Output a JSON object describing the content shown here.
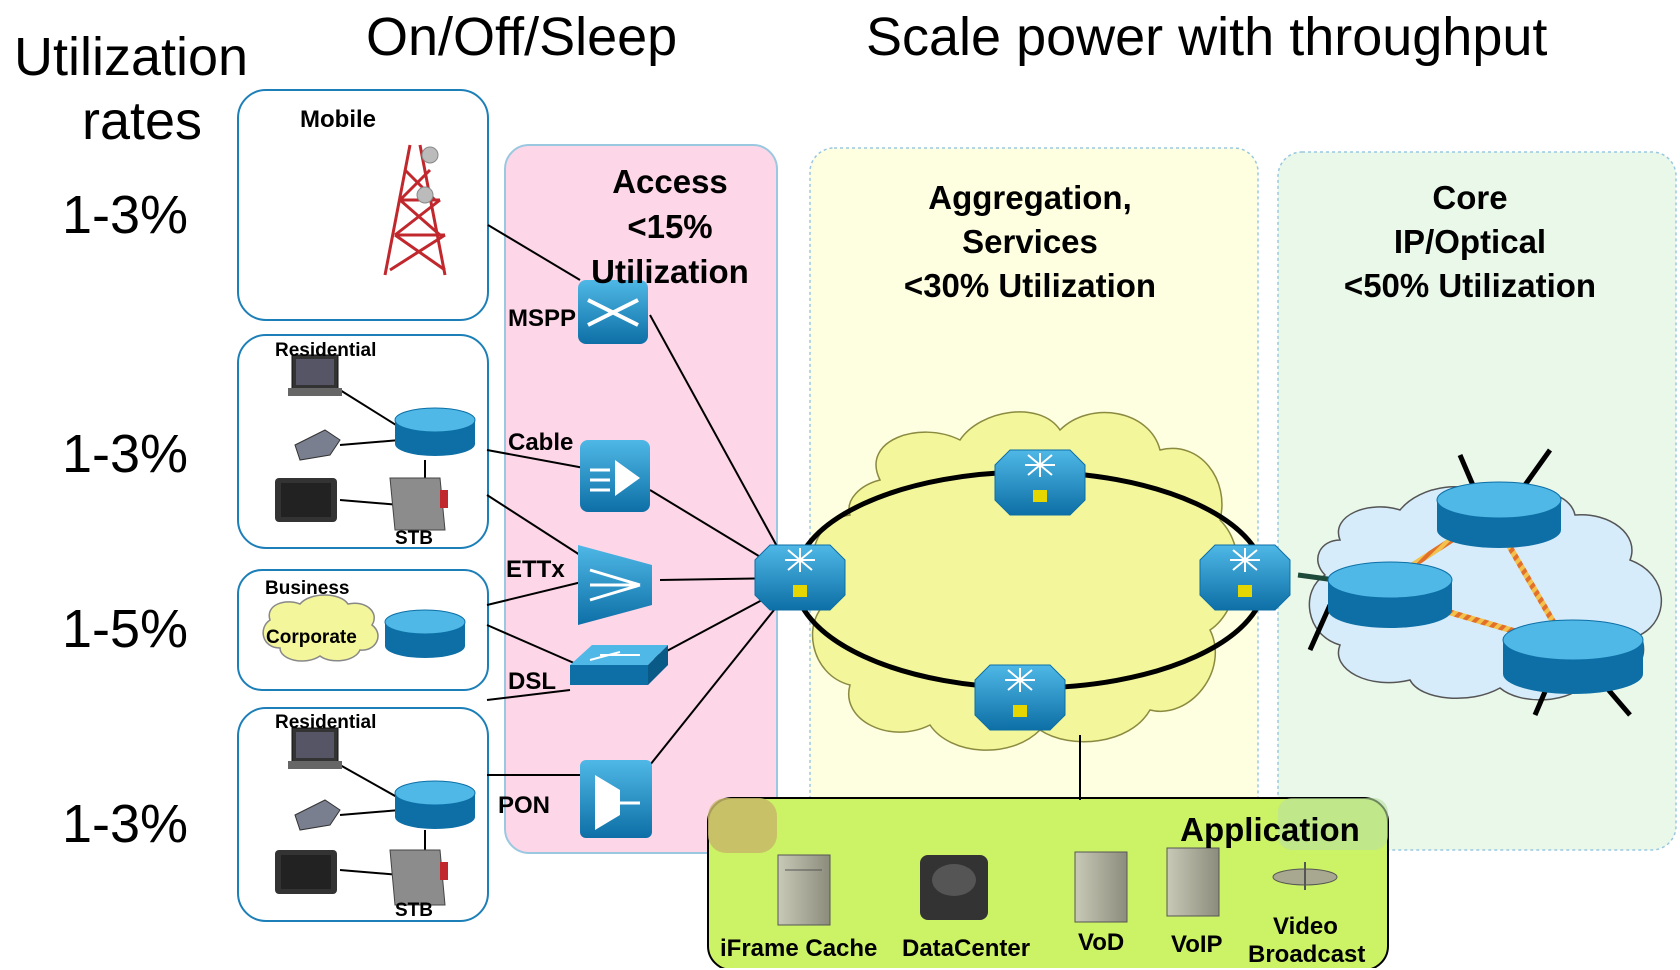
{
  "headers": {
    "utilization": "Utilization",
    "rates": "rates",
    "onoff": "On/Off/Sleep",
    "scale": "Scale power with throughput"
  },
  "rates": [
    "1-3%",
    "1-3%",
    "1-5%",
    "1-3%"
  ],
  "customers": {
    "mobile": "Mobile",
    "residential1": "Residential",
    "stb1": "STB",
    "business": "Business",
    "corporate": "Corporate",
    "residential2": "Residential",
    "stb2": "STB"
  },
  "access": {
    "title": [
      "Access",
      "<15%",
      "Utilization"
    ],
    "links": [
      "MSPP",
      "Cable",
      "ETTx",
      "DSL",
      "PON"
    ]
  },
  "aggregation": {
    "title": [
      "Aggregation,",
      "Services",
      "<30% Utilization"
    ]
  },
  "core": {
    "title": [
      "Core",
      "IP/Optical",
      "<50% Utilization"
    ]
  },
  "application": {
    "title": "Application",
    "items": [
      "iFrame Cache",
      "DataCenter",
      "VoD",
      "VoIP",
      "Video",
      "Broadcast"
    ]
  },
  "colors": {
    "access_bg": "#fdd6e8",
    "aggregation_bg": "#fefee0",
    "core_bg": "#eaf8ea",
    "application_bg": "#ccf266",
    "cloud_yellow": "#f3f69a",
    "cloud_blue": "#d6ecfb",
    "device_blue": "#1d8fc4"
  }
}
